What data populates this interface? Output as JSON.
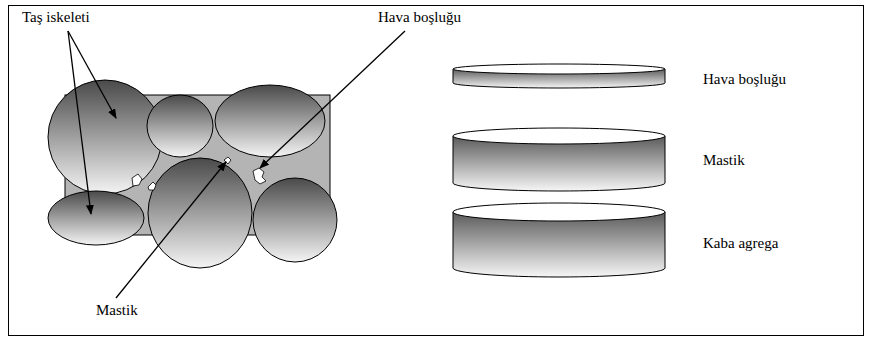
{
  "diagram": {
    "labels": [
      "Taş iskeleti",
      "Hava boşluğu",
      "Mastik",
      "Hava boşluğu",
      "Mastik",
      "Kaba agrega"
    ]
  }
}
